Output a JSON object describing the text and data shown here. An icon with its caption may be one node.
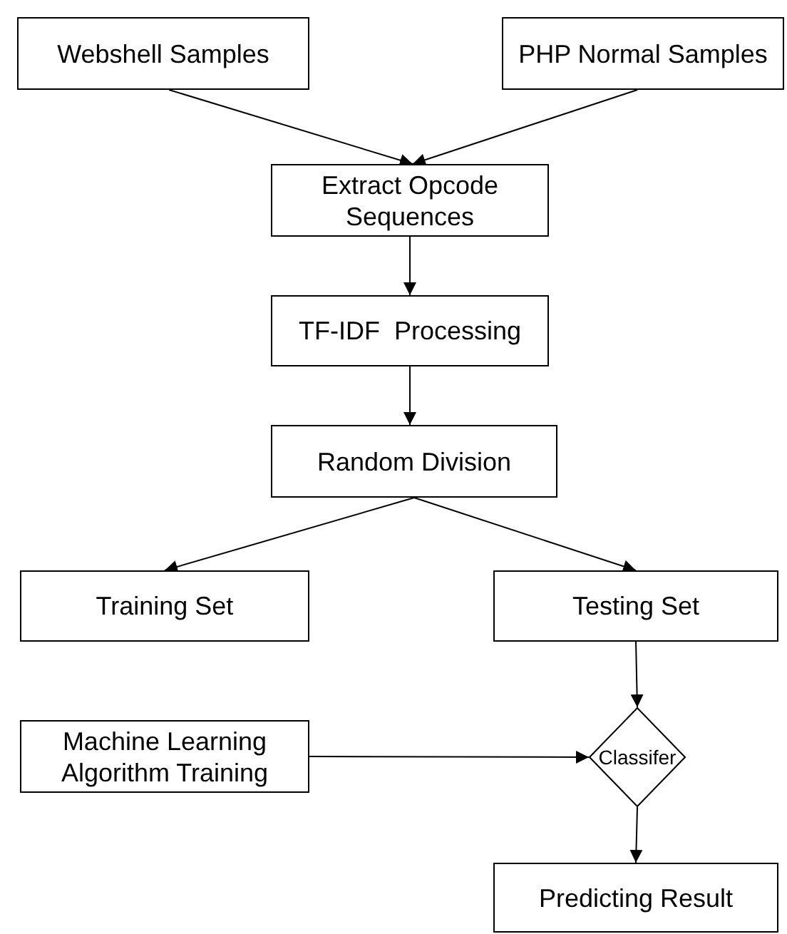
{
  "diagram": {
    "nodes": [
      {
        "text": [
          "Webshell Samples"
        ]
      },
      {
        "text": [
          "PHP Normal Samples"
        ]
      },
      {
        "text": [
          "Extract Opcode Sequences"
        ]
      },
      {
        "text": [
          "TF-IDF  Processing"
        ]
      },
      {
        "text": [
          "Random Division"
        ]
      },
      {
        "text": [
          "Training Set"
        ]
      },
      {
        "text": [
          "Testing Set"
        ]
      },
      {
        "text": [
          "Machine Learning Algorithm Training"
        ]
      },
      {
        "text": [
          "Classifer"
        ]
      },
      {
        "text": [
          "Predicting Result"
        ]
      }
    ],
    "edges": [
      {
        "from": 0,
        "to": 2,
        "arrow": "to"
      },
      {
        "from": 1,
        "to": 2,
        "arrow": "to"
      },
      {
        "from": 2,
        "to": 3,
        "arrow": "to"
      },
      {
        "from": 3,
        "to": 4,
        "arrow": "to"
      },
      {
        "from": 4,
        "to": 5,
        "arrow": "to"
      },
      {
        "from": 4,
        "to": 6,
        "arrow": "to"
      },
      {
        "from": 6,
        "to": 8,
        "arrow": "to"
      },
      {
        "from": 7,
        "to": 8,
        "arrow": "to"
      },
      {
        "from": 8,
        "to": 9,
        "arrow": "to"
      }
    ]
  }
}
